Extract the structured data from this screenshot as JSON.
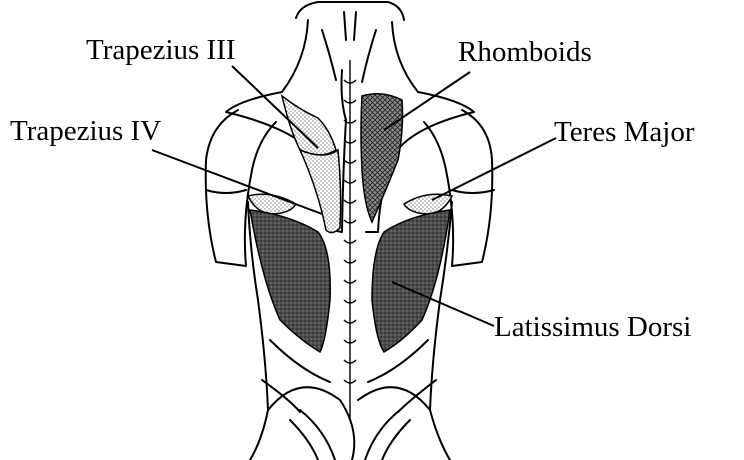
{
  "labels": {
    "trapezius_iii": "Trapezius III",
    "rhomboids": "Rhomboids",
    "trapezius_iv": "Trapezius IV",
    "teres_major": "Teres Major",
    "latissimus_dorsi": "Latissimus Dorsi"
  },
  "colors": {
    "ink": "#000000",
    "paper": "#ffffff",
    "stipple_fill": "#c9c9c9",
    "dark_fill": "#5a5a5a"
  }
}
